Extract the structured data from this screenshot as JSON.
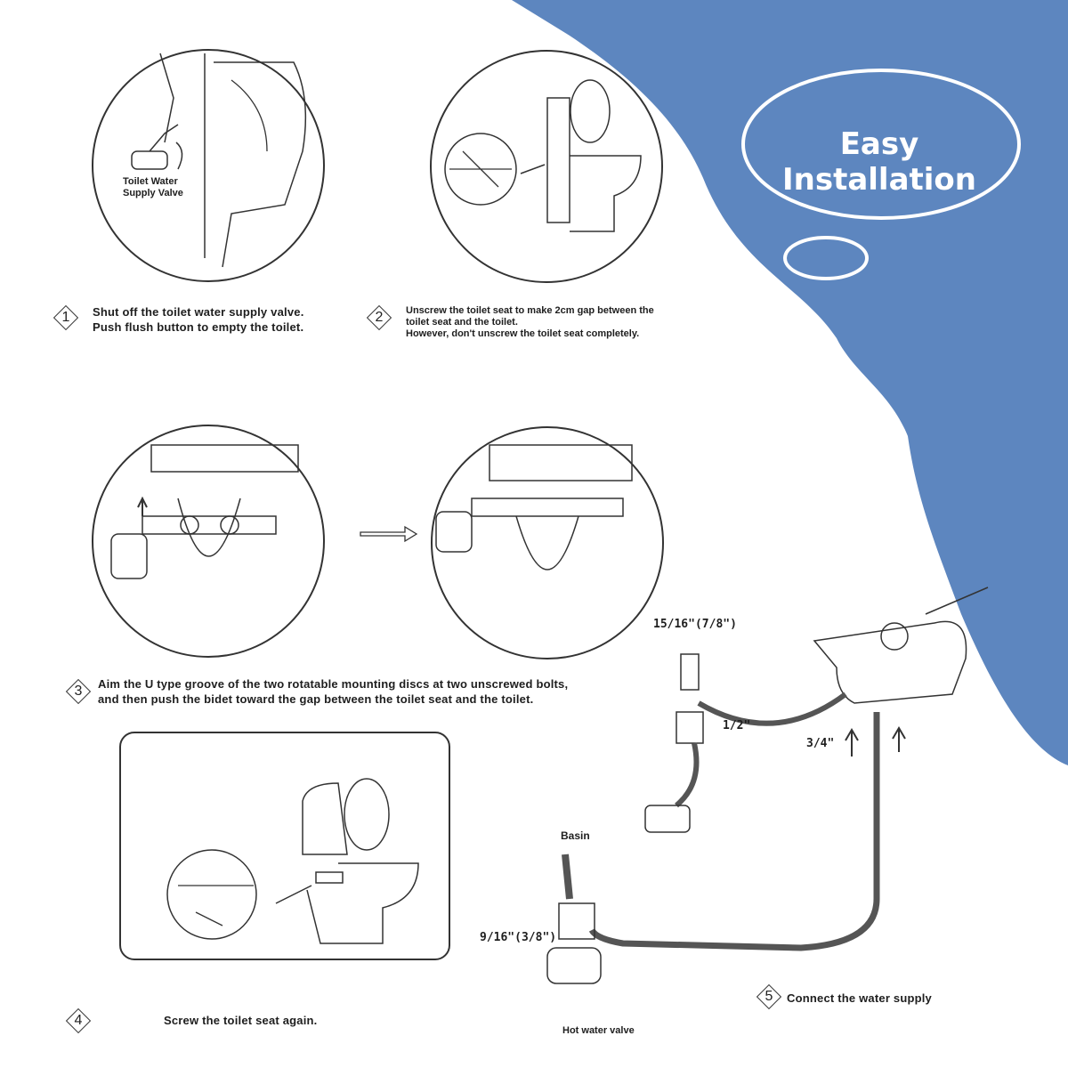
{
  "title": "Easy Installation",
  "colors": {
    "accent_blue": "#5d86bf",
    "line": "#333333"
  },
  "steps": [
    {
      "num": "1",
      "lines": [
        "Shut off the toilet water supply valve.",
        "Push flush button to empty the toilet."
      ]
    },
    {
      "num": "2",
      "lines": [
        "Unscrew the toilet seat to make 2cm gap between the",
        "toilet seat and the toilet.",
        "However, don't unscrew the toilet seat completely."
      ]
    },
    {
      "num": "3",
      "lines": [
        "Aim the U type groove of the two rotatable mounting discs at two unscrewed bolts,",
        "and then push the bidet toward the gap between the toilet seat and the toilet."
      ]
    },
    {
      "num": "4",
      "lines": [
        "Screw the toilet seat again."
      ]
    },
    {
      "num": "5",
      "lines": [
        "Connect the water supply"
      ]
    }
  ],
  "step1_label": [
    "Toilet Water",
    "Supply Valve"
  ],
  "fittings": {
    "top": "15/16\"(7/8\")",
    "half": "1/2\"",
    "three_quarter": "3/4\"",
    "basin": "Basin",
    "bottom": "9/16\"(3/8\")",
    "hot_valve": "Hot water valve"
  }
}
